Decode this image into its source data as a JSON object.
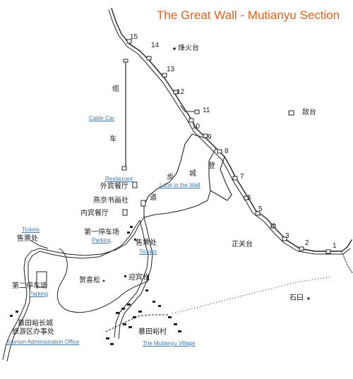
{
  "title": "The Great Wall - Mutianyu Section",
  "colors": {
    "title": "#e0601c",
    "link": "#3f78a8",
    "ink": "#222222",
    "background": "#ffffff"
  },
  "tower_numbers": [
    "15",
    "14",
    "13",
    "12",
    "11",
    "10",
    "9",
    "8",
    "7",
    "6",
    "5",
    "4",
    "3",
    "2",
    "1"
  ],
  "labels": {
    "beacon_tower": "烽火台",
    "enemy_tower": "敌台",
    "zhengguan_tower": "正关台",
    "shijiu": "石臼",
    "cable_car_en": "Cable Car",
    "cable_char_1": "缆",
    "cable_char_2": "车",
    "restaurant_en": "Restaurant",
    "restaurant_zh_1": "外宾餐厅",
    "restaurant_zh_2": "内宾餐厅",
    "studio_zh": "燕京书画社",
    "lane_zh": "步 登 城 道",
    "lane_char_1": "步",
    "lane_char_2": "登",
    "lane_char_3": "城",
    "lane_char_4": "道",
    "lane_en": "Lane to the Wall",
    "tickets_zh_left": "售票处",
    "tickets_en_left": "Tickets",
    "tickets_zh_right": "售票处",
    "tickets_en_right": "Tickets",
    "parking1_zh": "第一停车场",
    "parking1_en": "Parking",
    "parking2_zh": "第二停车场",
    "parking2_en": "Parking",
    "pine1_zh": "贺喜松",
    "pine2_zh": "迎宾松",
    "office_zh_1": "慕田峪长城",
    "office_zh_2": "旅游区办事处",
    "office_en": "Tourism Administration Office",
    "village_zh": "慕田峪村",
    "village_en": "The Mutianyu Village"
  },
  "icons": {
    "tower": "square-tower-icon",
    "beacon": "dot-icon",
    "restaurant": "building-icon",
    "pine": "dot-icon"
  }
}
